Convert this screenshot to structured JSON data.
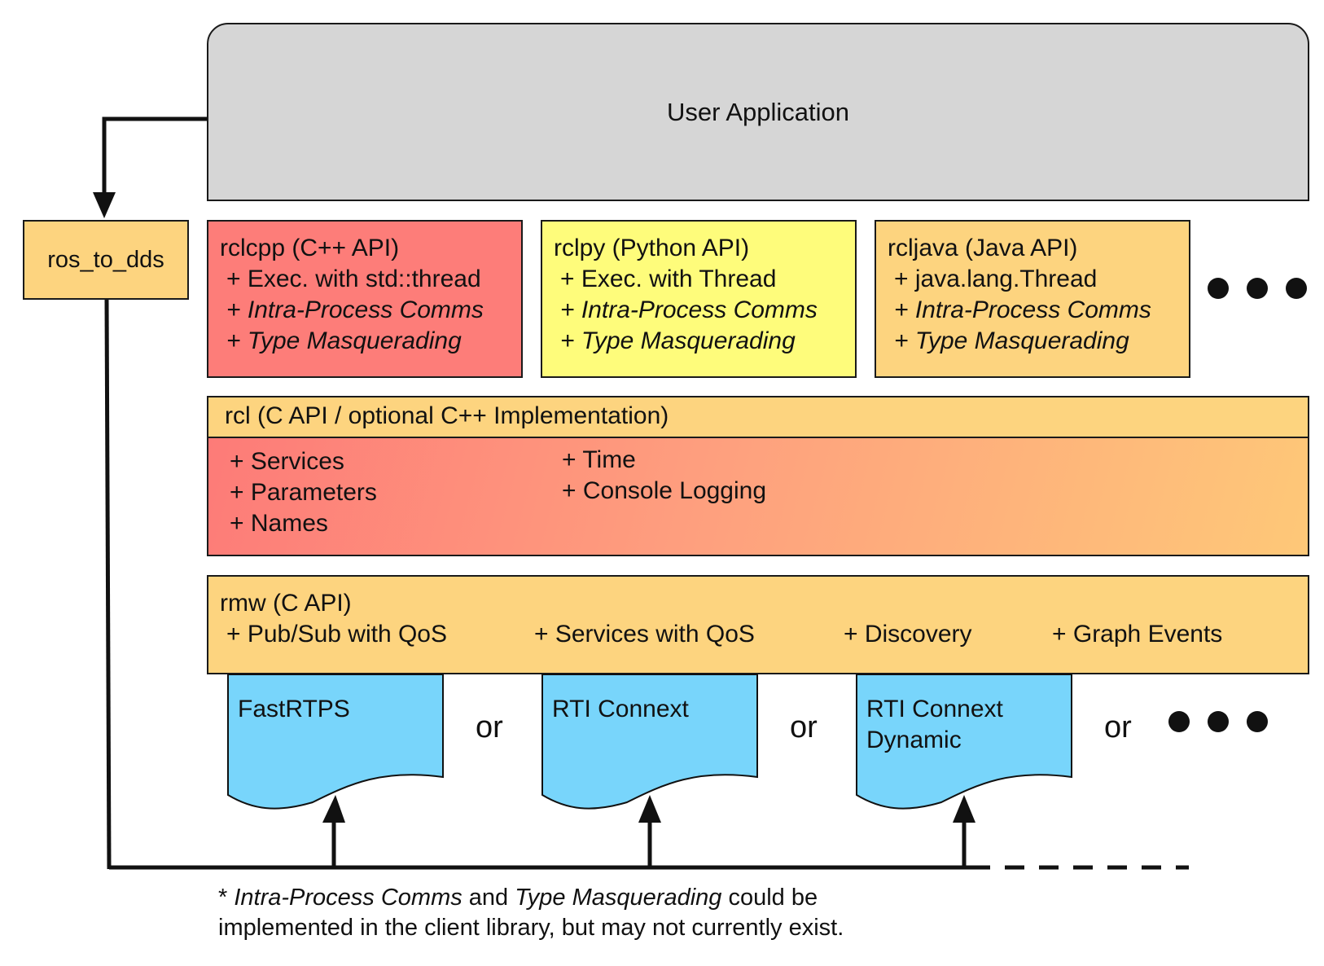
{
  "user_application": {
    "label": "User Application"
  },
  "ros_to_dds": {
    "label": "ros_to_dds"
  },
  "client_libraries": [
    {
      "title": "rclcpp (C++ API)",
      "items": [
        "+ Exec. with std::thread",
        "+ Intra-Process Comms",
        "+ Type Masquerading"
      ],
      "color": "#fd7d79"
    },
    {
      "title": "rclpy (Python API)",
      "items": [
        "+ Exec. with Thread",
        "+ Intra-Process Comms",
        "+ Type Masquerading"
      ],
      "color": "#fefc7b"
    },
    {
      "title": "rcljava (Java API)",
      "items": [
        "+ java.lang.Thread",
        "+ Intra-Process Comms",
        "+ Type Masquerading"
      ],
      "color": "#fdd47f"
    }
  ],
  "rcl": {
    "title": "rcl (C API / optional C++ Implementation)",
    "col1": [
      "+ Services",
      "+ Parameters",
      "+ Names"
    ],
    "col2": [
      "+ Time",
      "+ Console Logging"
    ]
  },
  "rmw": {
    "title": "rmw (C API)",
    "features": [
      "+ Pub/Sub with QoS",
      "+ Services with QoS",
      "+ Discovery",
      "+ Graph Events"
    ]
  },
  "implementations": [
    {
      "lines": [
        "FastRTPS"
      ]
    },
    {
      "lines": [
        "RTI Connext"
      ]
    },
    {
      "lines": [
        "RTI Connext",
        "Dynamic"
      ]
    }
  ],
  "or_label": "or",
  "footnote": {
    "line1_star": "* ",
    "line1_it1": "Intra-Process Comms",
    "line1_mid": " and ",
    "line1_it2": "Type Masquerading",
    "line1_end": " could be",
    "line2": "implemented in the client library, but may not currently exist."
  },
  "colors": {
    "impl": "#78d5fb",
    "orange": "#fdd47f",
    "gray": "#d6d6d6"
  }
}
